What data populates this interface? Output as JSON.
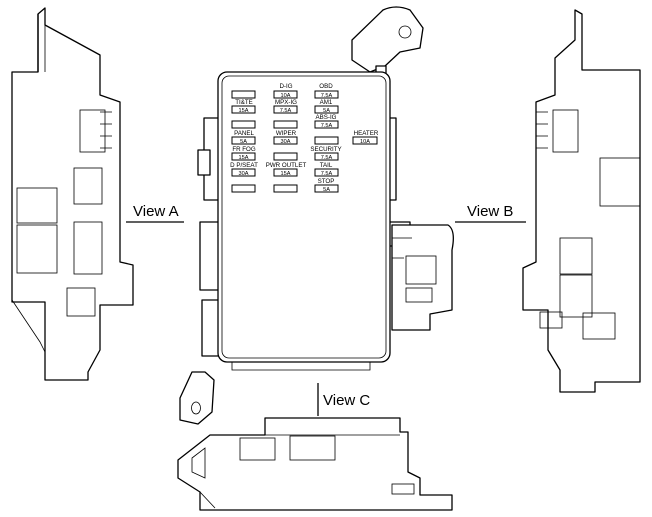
{
  "views": {
    "a": "View A",
    "b": "View B",
    "c": "View C"
  },
  "fuses": {
    "dig": {
      "name": "D-IG",
      "amp": "10A"
    },
    "obd": {
      "name": "OBD",
      "amp": "7.5A"
    },
    "tilte": {
      "name": "TI&TE",
      "amp": "15A"
    },
    "mpxig": {
      "name": "MPX-IG",
      "amp": "7.5A"
    },
    "am1": {
      "name": "AM1",
      "amp": "5A"
    },
    "absig": {
      "name": "ABS-IG",
      "amp": "7.5A"
    },
    "panel": {
      "name": "PANEL",
      "amp": "5A"
    },
    "wiper": {
      "name": "WIPER",
      "amp": "30A"
    },
    "heater": {
      "name": "HEATER",
      "amp": "10A"
    },
    "frfog": {
      "name": "FR FOG",
      "amp": "15A"
    },
    "security": {
      "name": "SECURITY",
      "amp": "7.5A"
    },
    "dpseat": {
      "name": "D P/SEAT",
      "amp": "30A"
    },
    "pwroutlet": {
      "name": "PWR OUTLET",
      "amp": "15A"
    },
    "tail": {
      "name": "TAIL",
      "amp": "7.5A"
    },
    "stop": {
      "name": "STOP",
      "amp": "5A"
    }
  }
}
